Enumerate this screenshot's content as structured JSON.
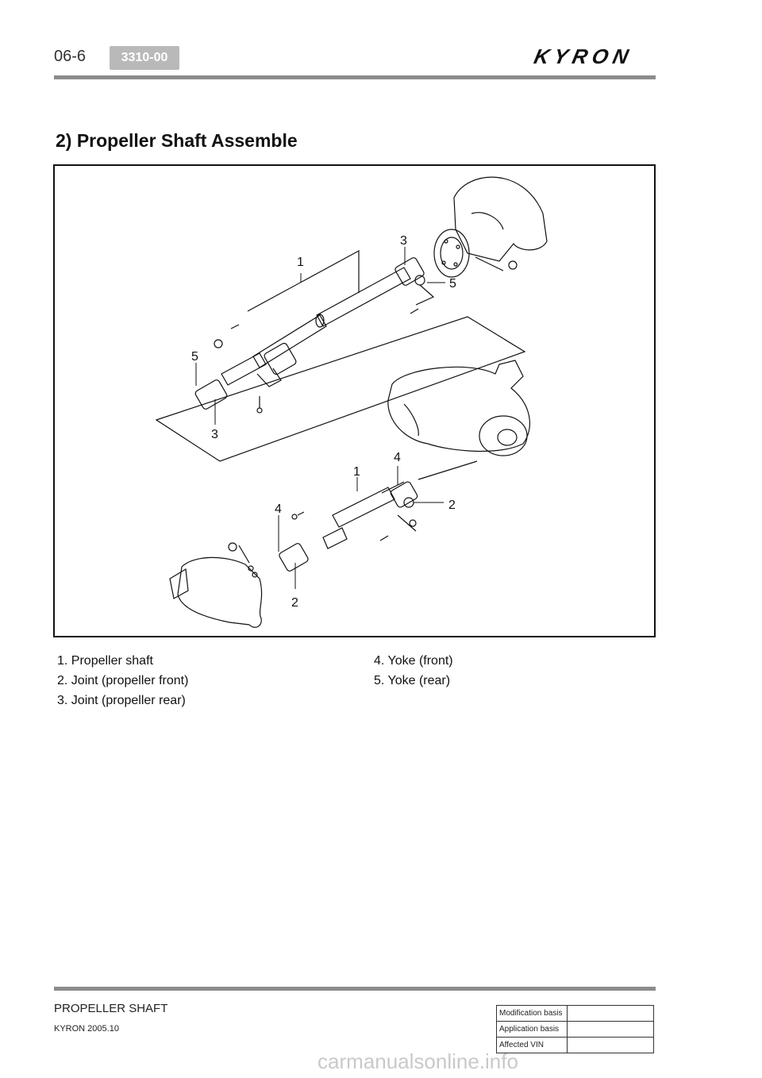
{
  "header": {
    "page_number": "06-6",
    "section_code": "3310-00",
    "brand": "KYRON"
  },
  "title": "2) Propeller Shaft Assemble",
  "diagram": {
    "callouts": [
      "1",
      "3",
      "5",
      "5",
      "3",
      "1",
      "4",
      "2",
      "4",
      "2"
    ]
  },
  "legend": {
    "left": [
      "1. Propeller shaft",
      "2. Joint (propeller front)",
      "3. Joint (propeller rear)"
    ],
    "right": [
      "4. Yoke (front)",
      "5. Yoke (rear)"
    ]
  },
  "footer": {
    "chapter": "PROPELLER SHAFT",
    "doc": "KYRON 2005.10",
    "table": [
      {
        "label": "Modification basis",
        "value": ""
      },
      {
        "label": "Application basis",
        "value": ""
      },
      {
        "label": "Affected VIN",
        "value": ""
      }
    ]
  },
  "watermark": "carmanualsonline.info"
}
